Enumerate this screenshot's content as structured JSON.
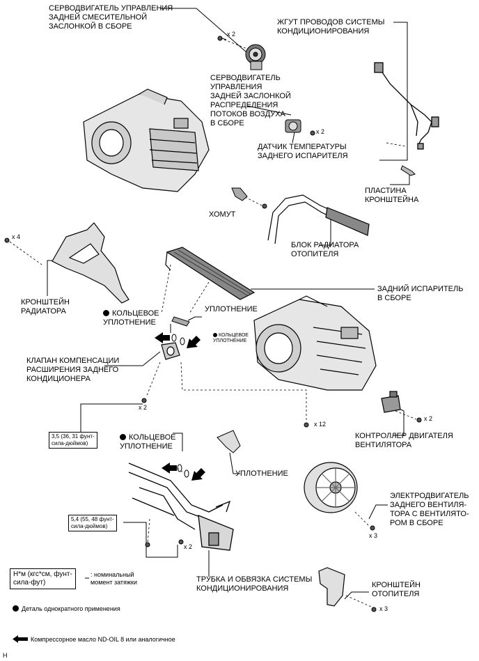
{
  "labels": {
    "mix_servo": "СЕРВОДВИГАТЕЛЬ УПРАВЛЕНИЯ\nЗАДНЕЙ СМЕСИТЕЛЬНОЙ\nЗАСЛОНКОЙ В СБОРЕ",
    "ac_harness": "ЖГУТ ПРОВОДОВ СИСТЕМЫ\nКОНДИЦИОНИРОВАНИЯ",
    "mode_servo": "СЕРВОДВИГАТЕЛЬ\nУПРАВЛЕНИЯ\nЗАДНЕЙ ЗАСЛОНКОЙ\nРАСПРЕДЕЛЕНИЯ\nПОТОКОВ ВОЗДУХА\nВ СБОРЕ",
    "evap_temp_sensor": "ДАТЧИК ТЕМПЕРАТУРЫ\nЗАДНЕГО ИСПАРИТЕЛЯ",
    "bracket_plate": "ПЛАСТИНА\nКРОНШТЕЙНА",
    "clamp": "ХОМУТ",
    "heater_core": "БЛОК РАДИАТОРА\nОТОПИТЕЛЯ",
    "radiator_bracket": "КРОНШТЕЙН\nРАДИАТОРА",
    "gasket_top": "УПЛОТНЕНИЕ",
    "rear_evaporator": "ЗАДНИЙ ИСПАРИТЕЛЬ\nВ СБОРЕ",
    "o_ring_1": "КОЛЬЦЕВОЕ\nУПЛОТНЕНИЕ",
    "o_ring_small": "КОЛЬЦЕВОЕ\nУПЛОТНЕНИЕ",
    "expansion_valve": "КЛАПАН КОМПЕНСАЦИИ\nРАСШИРЕНИЯ ЗАДНЕГО\nКОНДИЦИОНЕРА",
    "o_ring_2": "КОЛЬЦЕВОЕ\nУПЛОТНЕНИЕ",
    "blower_controller": "КОНТРОЛЛЕР ДВИГАТЕЛЯ\nВЕНТИЛЯТОРА",
    "gasket_bottom": "УПЛОТНЕНИЕ",
    "blower_motor": "ЭЛЕКТРОДВИГАТЕЛЬ\nЗАДНЕГО ВЕНТИЛЯ-\nТОРА С ВЕНТИЛЯТО-\nРОМ В СБОРЕ",
    "ac_tube": "ТРУБКА И ОБВЯЗКА СИСТЕМЫ\nКОНДИЦИОНИРОВАНИЯ",
    "heater_bracket": "КРОНШТЕЙН\nОТОПИТЕЛЯ"
  },
  "quantities": {
    "q_mix_servo": "x 2",
    "q_mode_servo": "x 2",
    "q_radiator_bracket": "x 4",
    "q_valve": "x 2",
    "q_case": "x 12",
    "q_controller": "x 2",
    "q_tube": "x 2",
    "q_motor": "x 3",
    "q_heater_bracket": "x 3"
  },
  "torque": {
    "valve": "3,5 (36, 31 фунт-\nсила-дюймов)",
    "tube": "5,4 (55, 48 фунт-\nсила-дюймов)"
  },
  "legend": {
    "torque_unit": "Н*м (кгс*см, фунт-\nсила-фут)",
    "torque_desc": ": номинальный\nмомент затяжки",
    "non_reusable": "Деталь однократного применения",
    "compressor_oil": "Компрессорное масло ND-OIL 8 или аналогичное"
  },
  "corner_mark": "H"
}
